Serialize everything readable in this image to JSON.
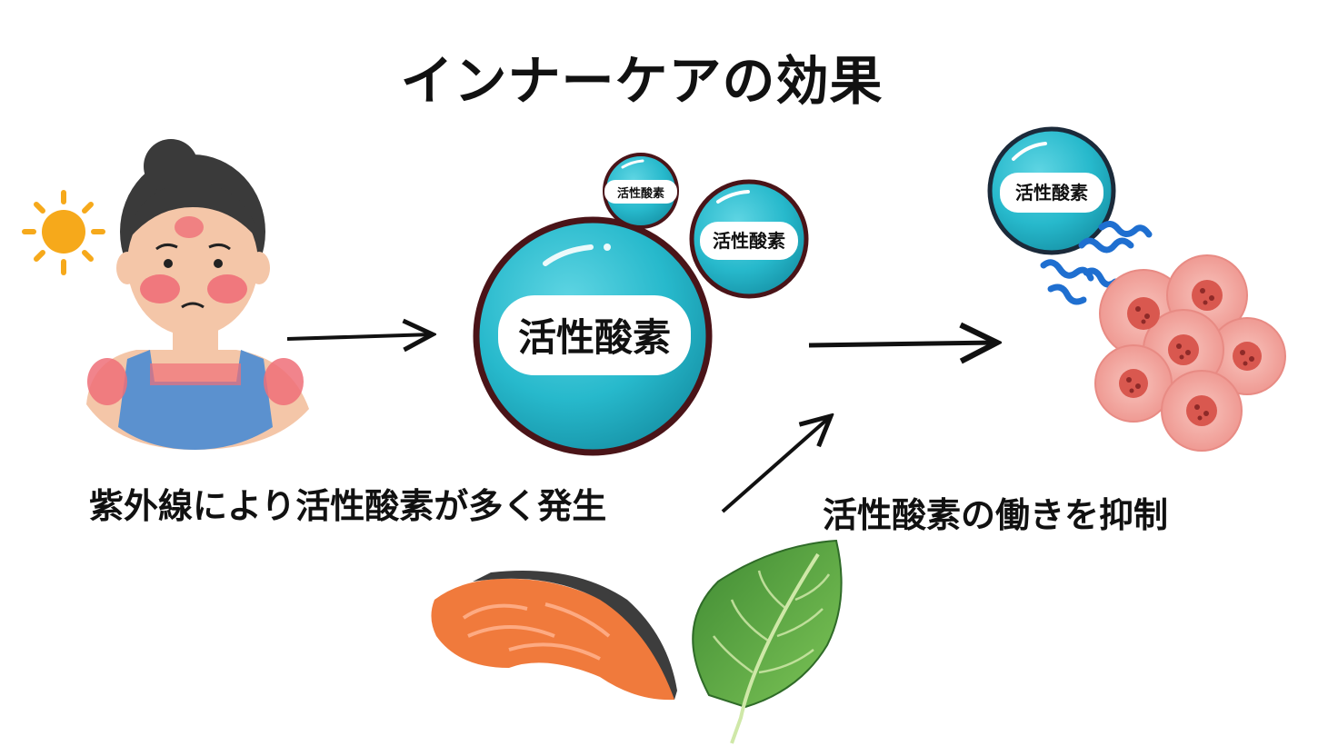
{
  "title": "インナーケアの効果",
  "captions": {
    "uv_generation": "紫外線により活性酸素が多く発生",
    "suppression": "活性酸素の働きを抑制"
  },
  "bubble_label": "活性酸素",
  "colors": {
    "bubble_fill": "#27b9cc",
    "bubble_outline": "#4a1418",
    "sun": "#f6a91b",
    "skin": "#f4c6a8",
    "sunburn": "#ef6f78",
    "apron": "#5b91cf",
    "hair": "#3a3a3a",
    "salmon": "#f07a3c",
    "leaf": "#4e9a3c",
    "cell": "#f2a7a0",
    "squiggle": "#1f6fd0"
  },
  "icons": [
    "sun-icon",
    "person-sunburn-icon",
    "salmon-icon",
    "shiso-leaf-icon",
    "skin-cells-icon",
    "squiggle-icon"
  ]
}
